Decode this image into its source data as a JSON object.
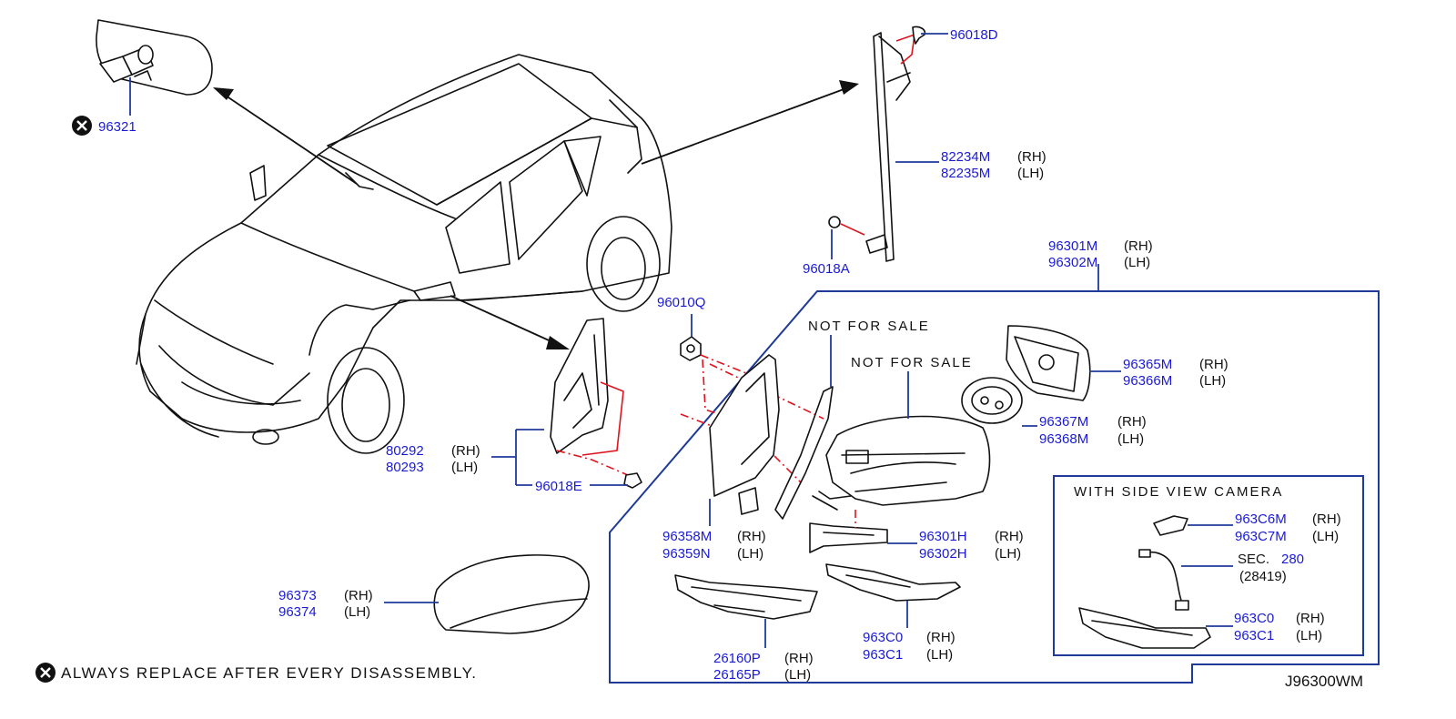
{
  "colors": {
    "part_number": "#1a1ad6",
    "leader": "#1f3a99",
    "fastener_line": "#e0141e",
    "ink": "#111111"
  },
  "icons": {
    "replace_mark": "x-circle-icon"
  },
  "labels": {
    "p96321": "96321",
    "p96018D": "96018D",
    "p82234M": "82234M",
    "p82234M_side": "(RH)",
    "p82235M": "82235M",
    "p82235M_side": "(LH)",
    "p96018A": "96018A",
    "p96301M": "96301M",
    "p96301M_side": "(RH)",
    "p96302M": "96302M",
    "p96302M_side": "(LH)",
    "p96010Q": "96010Q",
    "not_for_sale_1": "NOT FOR SALE",
    "not_for_sale_2": "NOT FOR SALE",
    "p96365M": "96365M",
    "p96365M_side": "(RH)",
    "p96366M": "96366M",
    "p96366M_side": "(LH)",
    "p96367M": "96367M",
    "p96367M_side": "(RH)",
    "p96368M": "96368M",
    "p96368M_side": "(LH)",
    "p80292": "80292",
    "p80292_side": "(RH)",
    "p80293": "80293",
    "p80293_side": "(LH)",
    "p96018E": "96018E",
    "p96358M": "96358M",
    "p96358M_side": "(RH)",
    "p96359N": "96359N",
    "p96359N_side": "(LH)",
    "p96301H": "96301H",
    "p96301H_side": "(RH)",
    "p96302H": "96302H",
    "p96302H_side": "(LH)",
    "camera_title": "WITH SIDE VIEW CAMERA",
    "p963C6M": "963C6M",
    "p963C6M_side": "(RH)",
    "p963C7M": "963C7M",
    "p963C7M_side": "(LH)",
    "sec_prefix": "SEC.",
    "sec_280": "280",
    "sec_28419": "(28419)",
    "p963C0_cam": "963C0",
    "p963C0_cam_side": "(RH)",
    "p963C1_cam": "963C1",
    "p963C1_cam_side": "(LH)",
    "p96373": "96373",
    "p96373_side": "(RH)",
    "p96374": "96374",
    "p96374_side": "(LH)",
    "p963C0": "963C0",
    "p963C0_side": "(RH)",
    "p963C1": "963C1",
    "p963C1_side": "(LH)",
    "p26160P": "26160P",
    "p26160P_side": "(RH)",
    "p26165P": "26165P",
    "p26165P_side": "(LH)",
    "footnote": "ALWAYS REPLACE AFTER EVERY DISASSEMBLY.",
    "diagram_ref": "J96300WM"
  }
}
